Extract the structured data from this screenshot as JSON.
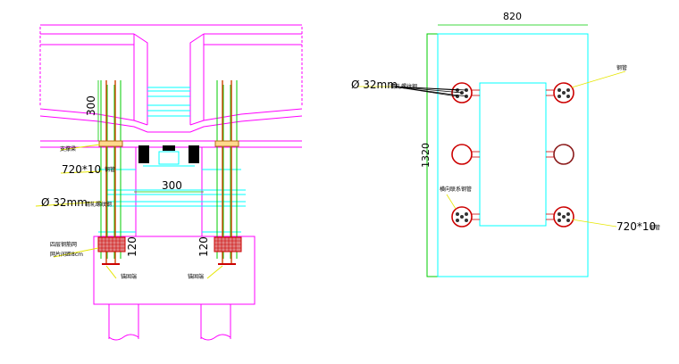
{
  "left_view": {
    "dim_height_top": "300",
    "label_support_beam": "支撑梁",
    "label_steel_pipe": "720*10",
    "label_steel_pipe_cn": "钢管",
    "dim_spacing": "300",
    "label_rod_prefix": "Ø 32mm",
    "label_rod_cn": "精轧螺纹钢",
    "label_sleeve_line1": "四层钢筋网",
    "label_sleeve_line2": "网片间距8cm",
    "dim_embed_left": "120",
    "dim_embed_right": "120",
    "label_anchor_left": "锚固端",
    "label_anchor_right": "锚固端"
  },
  "right_view": {
    "dim_width": "820",
    "dim_height": "1320",
    "label_rod_prefix": "Ø 32mm",
    "label_rod_cn": "精轧螺纹钢",
    "label_pipe_cn": "钢管",
    "label_bracing_cn": "横向联系钢管",
    "label_pipe_dim": "720*10",
    "label_pipe_dim_cn": "钢管"
  },
  "colors": {
    "magenta": "#ff00ff",
    "cyan": "#00ffff",
    "green": "#00cc00",
    "red": "#cc0000",
    "yellow": "#e6e600",
    "pipe_outline": "#b5651d"
  }
}
